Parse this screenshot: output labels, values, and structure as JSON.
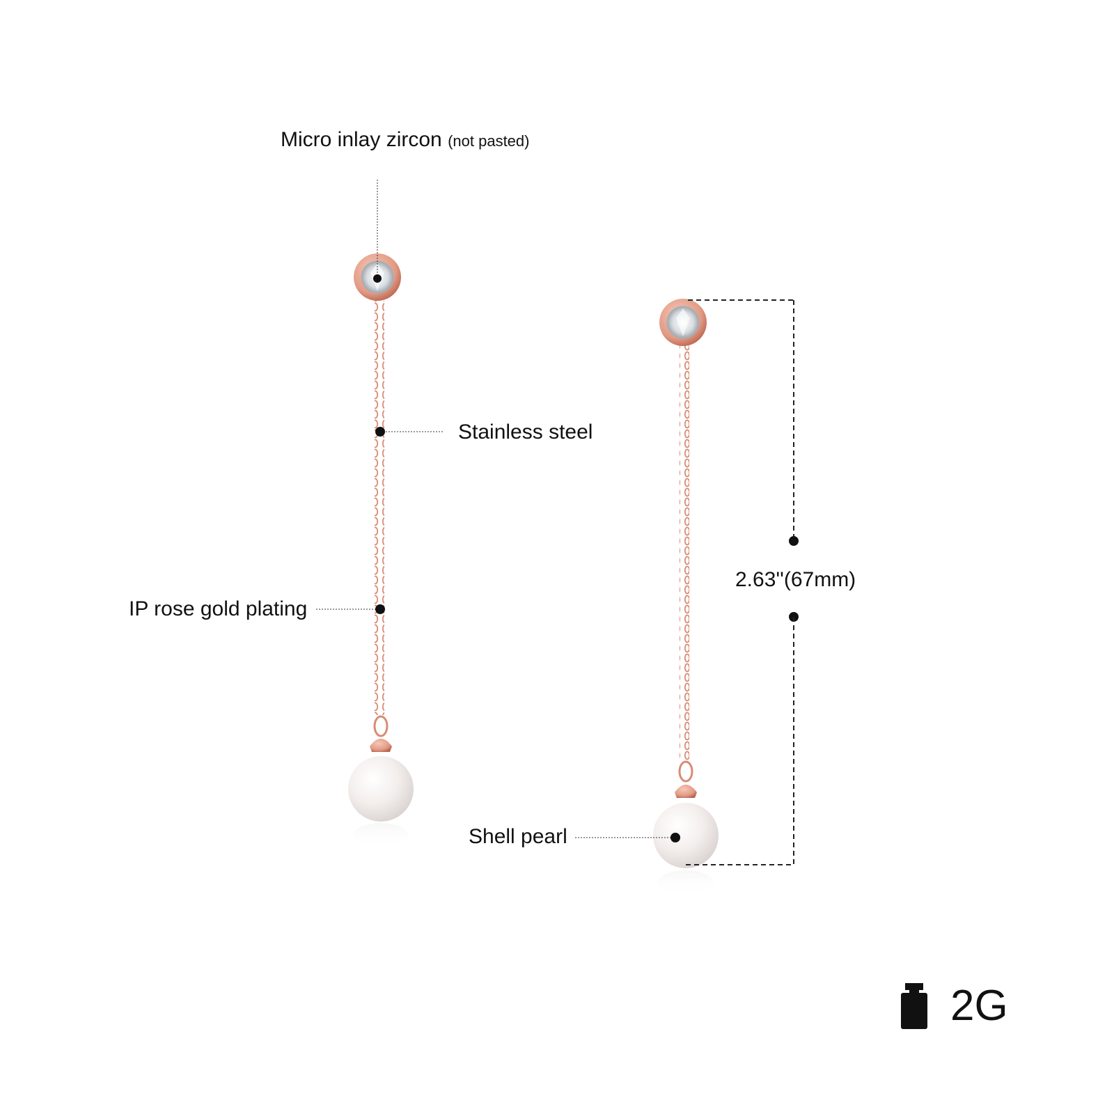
{
  "labels": {
    "zircon_main": "Micro inlay zircon",
    "zircon_sub": "(not pasted)",
    "stainless": "Stainless steel",
    "plating": "IP rose gold plating",
    "pearl": "Shell pearl",
    "length": "2.63''(67mm)"
  },
  "weight": {
    "value": "2G",
    "icon": "weight-icon"
  },
  "colors": {
    "rose_gold": "#e19a84",
    "rose_gold_dark": "#c4705c",
    "pearl": "#f4f1f0",
    "marker": "#111111"
  }
}
